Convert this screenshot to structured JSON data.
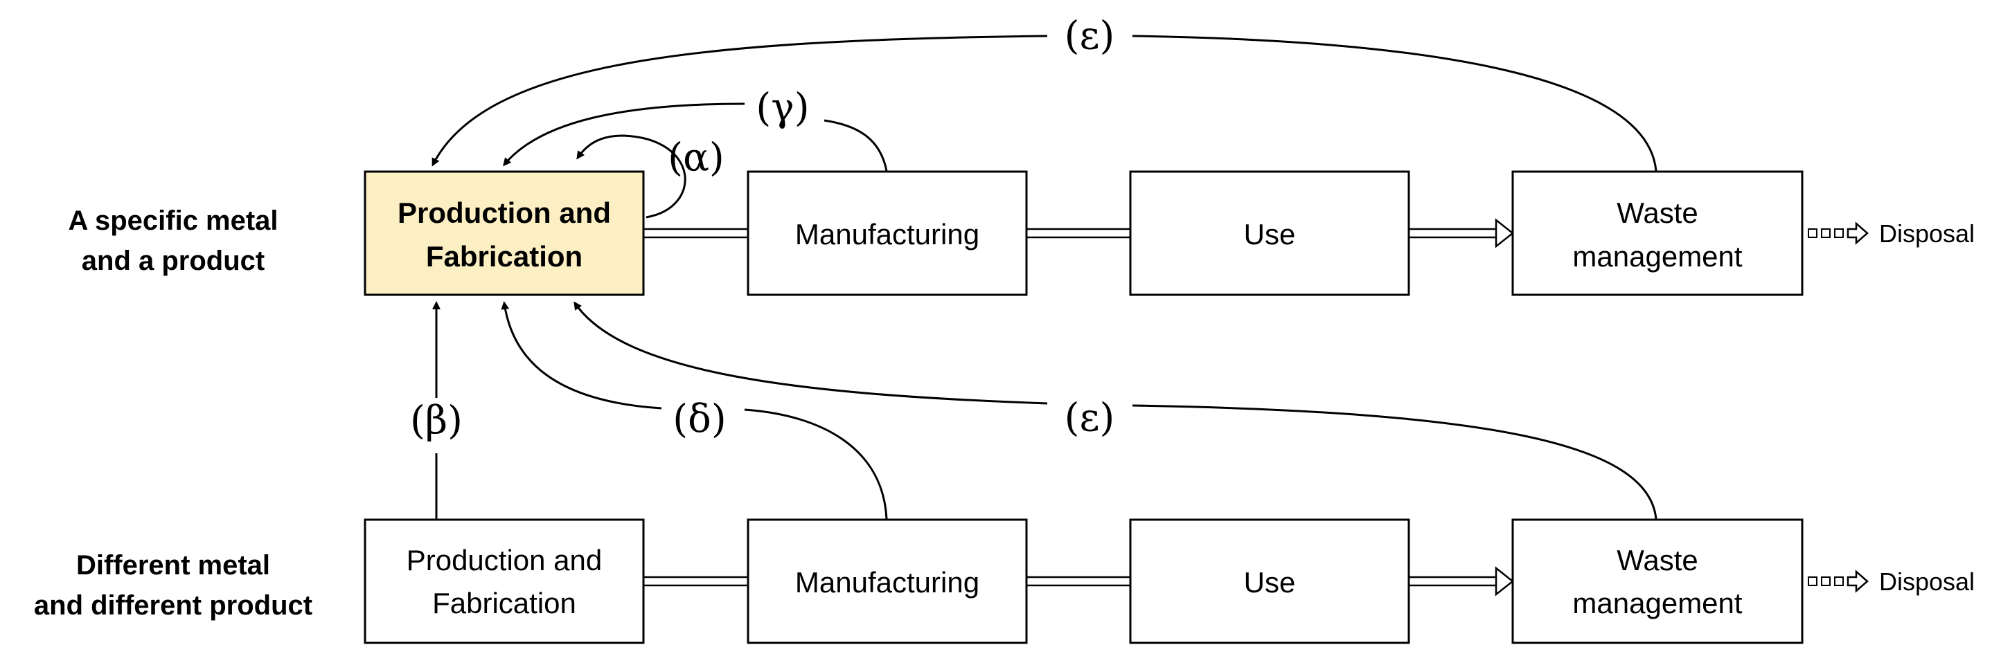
{
  "rows": [
    {
      "label_line1": "A specific metal",
      "label_line2": "and a product",
      "boxes": [
        {
          "line1": "Production and",
          "line2": "Fabrication"
        },
        {
          "line1": "Manufacturing",
          "line2": ""
        },
        {
          "line1": "Use",
          "line2": ""
        },
        {
          "line1": "Waste",
          "line2": "management"
        }
      ],
      "disposal": "Disposal"
    },
    {
      "label_line1": "Different metal",
      "label_line2": "and different product",
      "boxes": [
        {
          "line1": "Production and",
          "line2": "Fabrication"
        },
        {
          "line1": "Manufacturing",
          "line2": ""
        },
        {
          "line1": "Use",
          "line2": ""
        },
        {
          "line1": "Waste",
          "line2": "management"
        }
      ],
      "disposal": "Disposal"
    }
  ],
  "loops": {
    "alpha": "(α)",
    "gamma": "(γ)",
    "epsilon_top": "(ε)",
    "beta": "(β)",
    "delta": "(δ)",
    "epsilon_bottom": "(ε)"
  },
  "colors": {
    "highlight_fill": "#fdefc4",
    "stroke": "#000000"
  }
}
